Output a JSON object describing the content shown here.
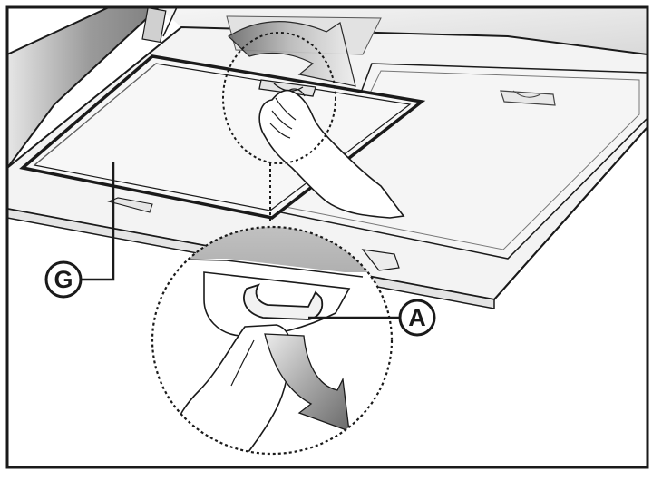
{
  "figure": {
    "callouts": [
      {
        "id": "G",
        "label": "G"
      },
      {
        "id": "A",
        "label": "A"
      }
    ]
  },
  "colors": {
    "outline": "#1a1a1a",
    "hood_body": "#f3f3f3",
    "hood_side_gradient_dark": "#8c8c8c",
    "hood_side_gradient_light": "#e6e6e6",
    "filter_panel": "#f7f7f7",
    "arrow_dark": "#7c7c7c",
    "arrow_light": "#d0d0d0",
    "zoom_top_band": "#bdbdbd"
  },
  "icons": {
    "hand_icon": "hand-pulling-latch",
    "rotation_arrow": "curved-arrow-icon",
    "pull_arrow": "curved-down-arrow-icon"
  }
}
